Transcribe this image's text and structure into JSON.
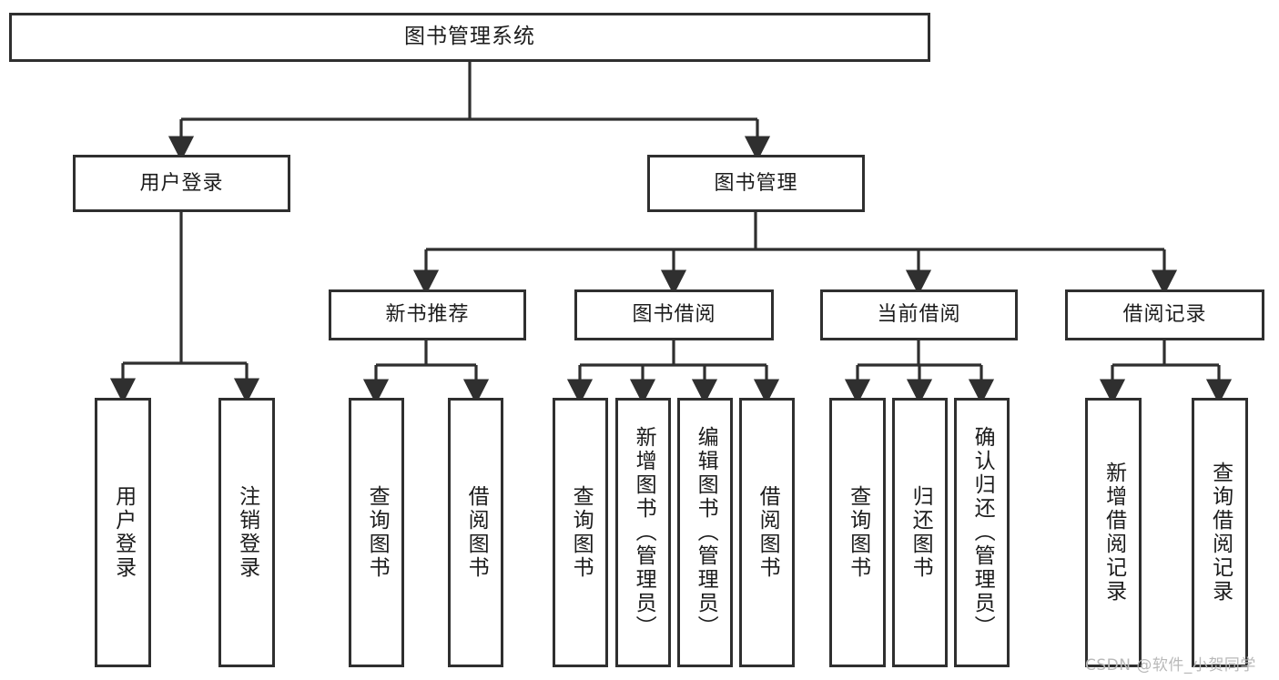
{
  "diagram": {
    "type": "tree-hierarchy",
    "title": "图书管理系统",
    "watermark": "CSDN @软件_小贺同学",
    "colors": {
      "stroke": "#2f2f2f",
      "fill": "#ffffff",
      "text": "#1c1c1c",
      "watermark": "#b9b9b9"
    },
    "nodes": {
      "root": {
        "label": "图书管理系统",
        "level": 0
      },
      "l1": [
        {
          "id": "user-login",
          "label": "用户登录",
          "level": 1
        },
        {
          "id": "book-manage",
          "label": "图书管理",
          "level": 1
        }
      ],
      "l2": [
        {
          "id": "new-book-rec",
          "label": "新书推荐",
          "level": 2,
          "parent": "book-manage"
        },
        {
          "id": "book-borrow",
          "label": "图书借阅",
          "level": 2,
          "parent": "book-manage"
        },
        {
          "id": "current-borrow",
          "label": "当前借阅",
          "level": 2,
          "parent": "book-manage"
        },
        {
          "id": "borrow-record",
          "label": "借阅记录",
          "level": 2,
          "parent": "book-manage"
        }
      ],
      "leaves": [
        {
          "id": "leaf-user-login",
          "label": "用户登录",
          "parent": "user-login"
        },
        {
          "id": "leaf-user-logout",
          "label": "注销登录",
          "parent": "user-login"
        },
        {
          "id": "leaf-query-book-1",
          "label": "查询图书",
          "parent": "new-book-rec"
        },
        {
          "id": "leaf-borrow-book-1",
          "label": "借阅图书",
          "parent": "new-book-rec"
        },
        {
          "id": "leaf-query-book-2",
          "label": "查询图书",
          "parent": "book-borrow"
        },
        {
          "id": "leaf-add-book",
          "label": "新增图书（管理员）",
          "parent": "book-borrow"
        },
        {
          "id": "leaf-edit-book",
          "label": "编辑图书（管理员）",
          "parent": "book-borrow"
        },
        {
          "id": "leaf-borrow-book-2",
          "label": "借阅图书",
          "parent": "book-borrow"
        },
        {
          "id": "leaf-query-book-3",
          "label": "查询图书",
          "parent": "current-borrow"
        },
        {
          "id": "leaf-return-book",
          "label": "归还图书",
          "parent": "current-borrow"
        },
        {
          "id": "leaf-confirm-return",
          "label": "确认归还（管理员）",
          "parent": "current-borrow"
        },
        {
          "id": "leaf-add-record",
          "label": "新增借阅记录",
          "parent": "borrow-record"
        },
        {
          "id": "leaf-query-record",
          "label": "查询借阅记录",
          "parent": "borrow-record"
        }
      ]
    }
  }
}
